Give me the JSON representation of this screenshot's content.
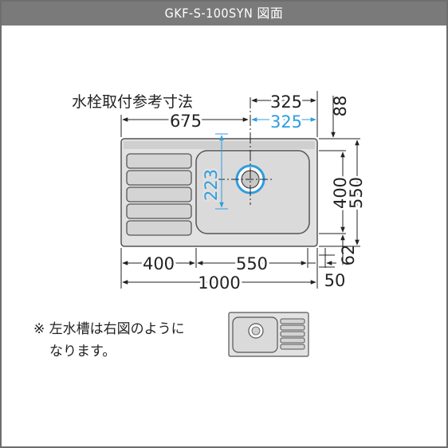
{
  "header": {
    "title": "GKF-S-100SYN 図面"
  },
  "colors": {
    "blue": "#2e9de0",
    "line": "#222222",
    "sink_fill": "#dcdcdc",
    "sink_stroke": "#555555",
    "header_bg": "#7a7a7a"
  },
  "diagram": {
    "faucet_label": "水栓取付参考寸法",
    "top_dims": {
      "left_675": "675",
      "right_325_black": "325",
      "right_325_blue": "325"
    },
    "right_dims": {
      "d88": "88",
      "d400": "400",
      "d550": "550",
      "d62": "62"
    },
    "blue_vertical": "223",
    "bottom_dims": {
      "d400": "400",
      "d550": "550",
      "d1000": "1000",
      "d50": "50"
    }
  },
  "note": {
    "line1": "※ 左水槽は右図のように",
    "line2": "なります。"
  }
}
